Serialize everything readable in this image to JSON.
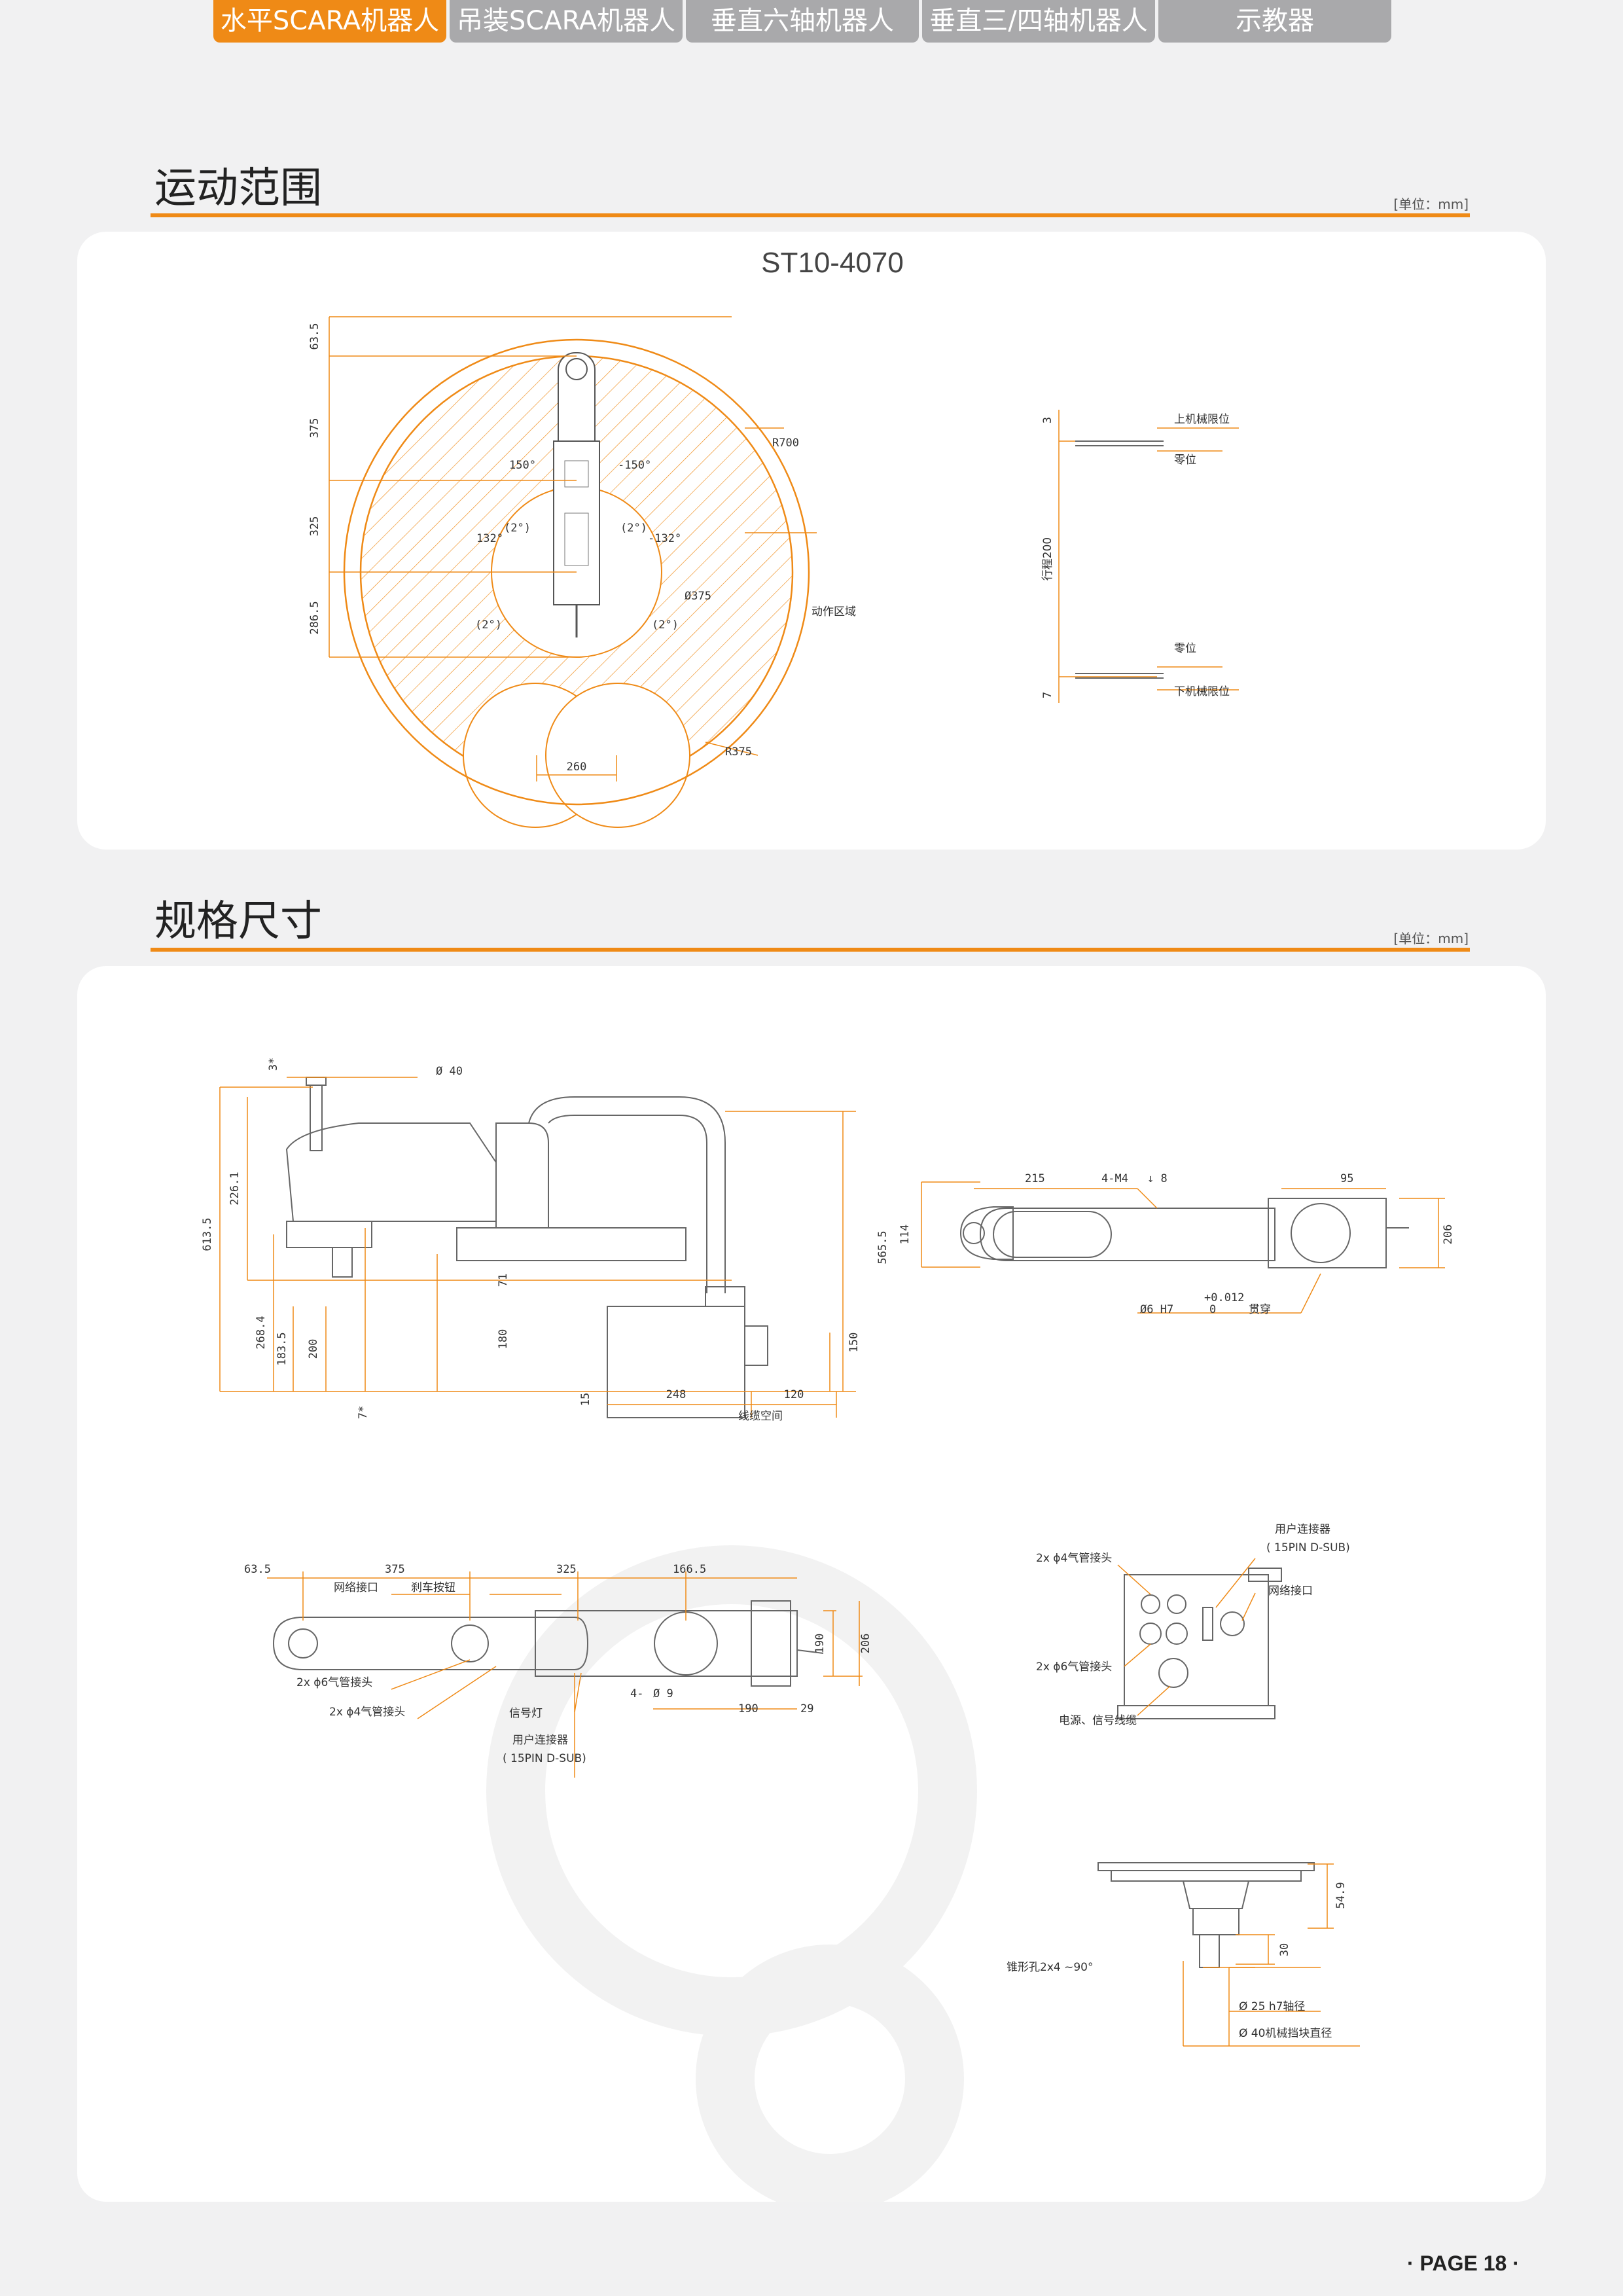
{
  "tabs": [
    {
      "label": "水平SCARA机器人",
      "active": true
    },
    {
      "label": "吊装SCARA机器人",
      "active": false
    },
    {
      "label": "垂直六轴机器人",
      "active": false
    },
    {
      "label": "垂直三/四轴机器人",
      "active": false
    },
    {
      "label": "示教器",
      "active": false
    }
  ],
  "section1": {
    "title": "运动范围",
    "unit": "[单位：mm]"
  },
  "section2": {
    "title": "规格尺寸",
    "unit": "[单位：mm]"
  },
  "model": "ST10-4070",
  "range_drawing": {
    "dims": [
      "63.5",
      "375",
      "325",
      "286.5",
      "260",
      "R700",
      "R375",
      "Ø375",
      "150°",
      "-150°",
      "132°",
      "-132°",
      "(2°)",
      "(2°)",
      "(2°)",
      "(2°)"
    ],
    "labels": {
      "action_area": "动作区域"
    }
  },
  "stroke_drawing": {
    "dims": [
      "3",
      "行程200",
      "7"
    ],
    "labels": [
      "上机械限位",
      "零位",
      "零位",
      "下机械限位"
    ]
  },
  "side_view": {
    "dims": [
      "Ø 40",
      "3*",
      "613.5",
      "226.1",
      "71",
      "565.5",
      "268.4",
      "183.5",
      "200",
      "180",
      "150",
      "7*",
      "15",
      "248",
      "120"
    ],
    "labels": {
      "cable_space": "线缆空间"
    }
  },
  "end_view": {
    "dims": [
      "215",
      "4-M4",
      "↓ 8",
      "95",
      "114",
      "206",
      "Ø6 H7",
      "+0.012",
      "0"
    ],
    "labels": {
      "through": "贯穿"
    }
  },
  "top_view": {
    "dims": [
      "63.5",
      "375",
      "325",
      "166.5",
      "190",
      "206",
      "190",
      "29",
      "4-",
      "Ø 9"
    ],
    "labels": [
      "网络接口",
      "刹车按钮",
      "2x ϕ6气管接头",
      "2x ϕ4气管接头",
      "信号灯",
      "用户连接器",
      "( 15PIN D-SUB)"
    ]
  },
  "base_view": {
    "labels": [
      "用户连接器",
      "( 15PIN D-SUB)",
      "2x ϕ4气管接头",
      "网络接口",
      "2x ϕ6气管接头",
      "电源、信号线缆"
    ]
  },
  "flange_view": {
    "dims": [
      "54.9",
      "30",
      "Ø 25 h7轴径",
      "Ø 40机械挡块直径"
    ],
    "labels": [
      "锥形孔2x4 ~90°"
    ]
  },
  "footer": {
    "page_label": "· PAGE  18  ·"
  },
  "colors": {
    "accent": "#ef8a16",
    "tab_inactive": "#a9a9ab",
    "background": "#f1f1f2",
    "panel": "#ffffff"
  }
}
